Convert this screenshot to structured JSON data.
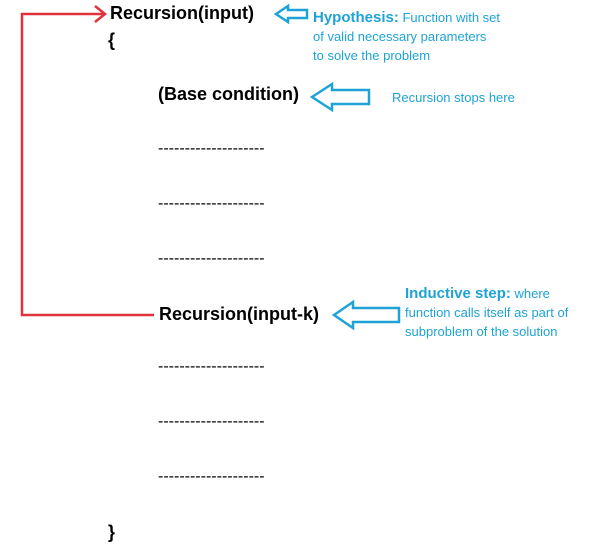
{
  "code": {
    "header": "Recursion(input)",
    "open_brace": "{",
    "base": "(Base condition)",
    "dashes": "--------------------",
    "recursive_call": "Recursion(input-k)",
    "close_brace": "}"
  },
  "annotations": {
    "hypothesis": {
      "title": "Hypothesis:",
      "text_line1": " Function with set",
      "text_line2": "of valid necessary parameters",
      "text_line3": "to solve the problem"
    },
    "base": {
      "text": "Recursion stops here"
    },
    "inductive": {
      "title": "Inductive step:",
      "text_line1": " where",
      "text_line2": "function calls itself as part of",
      "text_line3": "subproblem of the solution"
    }
  },
  "colors": {
    "loop_arrow": "#e0323c",
    "callout_arrow": "#1fa3d6",
    "annotation_text": "#1fa3d6",
    "code_text": "#000000"
  }
}
